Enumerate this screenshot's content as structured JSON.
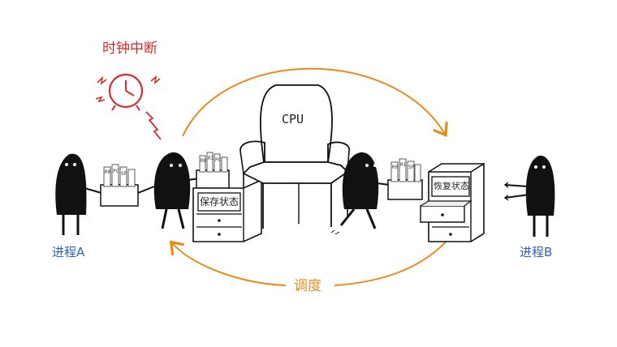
{
  "labels": {
    "process_a": "进程A",
    "process_b": "进程B",
    "clock_interrupt": "时钟中断",
    "schedule": "调度",
    "cpu": "CPU",
    "save_state": "保存状态",
    "restore_state": "恢复状态"
  },
  "box_cards": {
    "card1": "R0",
    "card2": "R1",
    "card3": "PC",
    "card4": "SP"
  },
  "colors": {
    "arrow": "#e98a1a",
    "clock": "#d42c2c",
    "process_label": "#2f63b8",
    "figure": "#111111"
  }
}
